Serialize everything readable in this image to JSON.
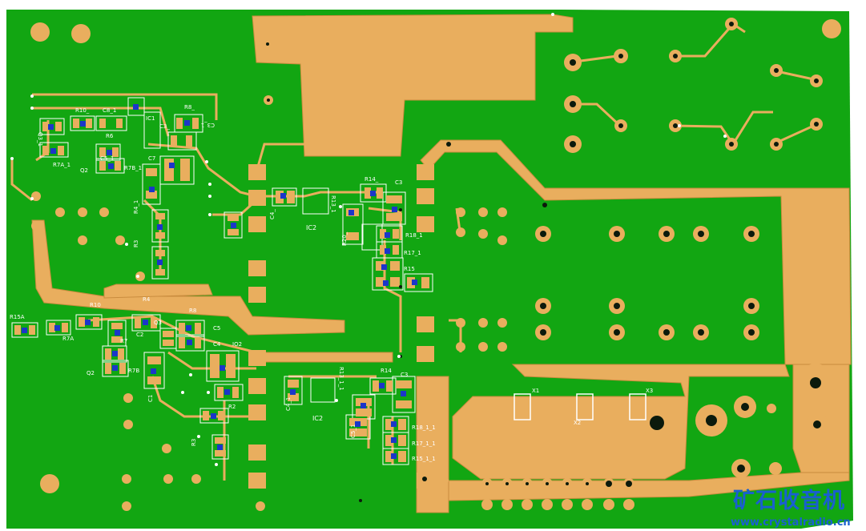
{
  "colors": {
    "board": "#12a612",
    "copper": "#e9ae5e",
    "copper_dark": "#c98c3e",
    "pad_blue": "#1b36c9",
    "silkscreen": "#ffffff",
    "hole": "#0c1a0c",
    "watermark": "#1a5fd0"
  },
  "top_channel": {
    "labels": [
      "C3_1",
      "R10_",
      "R8_",
      "C8_1",
      "IC1",
      "C3_",
      "Q3_1",
      "R7A_1",
      "Q2",
      "R7B_1",
      "R4_1",
      "R3",
      "R6",
      "C7",
      "IC2",
      "R13_1",
      "R14_",
      "C3",
      "R18_1",
      "R17_1",
      "R15",
      "R20_",
      "C4_",
      "C5_1"
    ]
  },
  "bottom_channel": {
    "labels": [
      "R15A",
      "R10",
      "R7A",
      "R8",
      "C2",
      "R7",
      "C5",
      "C4",
      "IO2",
      "Q3",
      "R7B",
      "Q2",
      "R3",
      "C1",
      "R2",
      "IC2",
      "R13_1_1",
      "R14",
      "C3",
      "R18_1_1",
      "R17_1_1",
      "R15_1_1",
      "C4_1",
      "R4",
      "C5_1"
    ]
  },
  "output_pads": {
    "labels": [
      "X1",
      "X2",
      "X3"
    ]
  },
  "watermark": {
    "chinese": "矿石收音机",
    "url": "www.crystalradio.cn"
  }
}
